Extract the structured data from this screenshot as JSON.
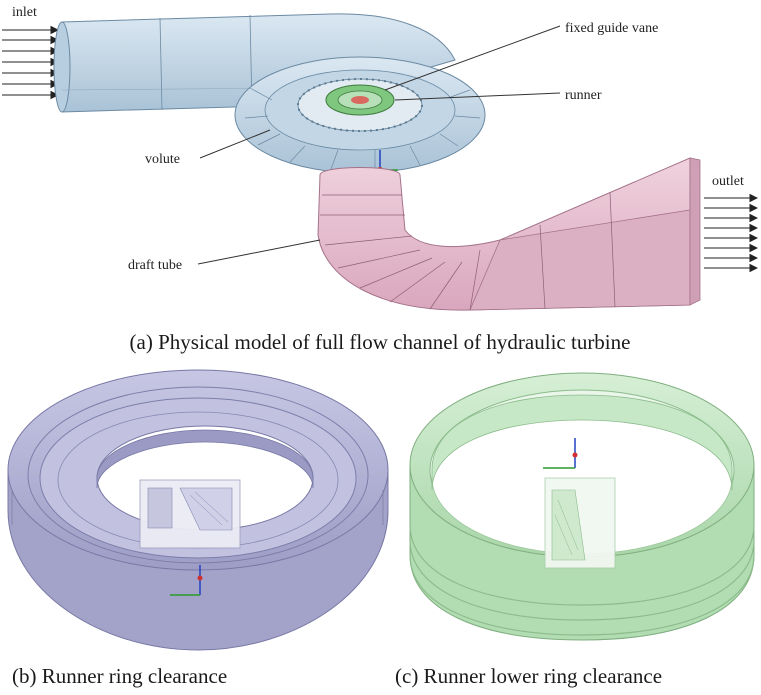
{
  "panel_a": {
    "labels": {
      "inlet": "inlet",
      "outlet": "outlet",
      "fixed_guide_vane": "fixed guide vane",
      "runner": "runner",
      "volute": "volute",
      "draft_tube": "draft tube"
    },
    "caption": "(a) Physical model of full flow channel of hydraulic turbine"
  },
  "panel_b": {
    "caption": "(b) Runner ring clearance"
  },
  "panel_c": {
    "caption": "(c) Runner lower ring clearance"
  },
  "colors": {
    "volute_fill": "#c9dbe8",
    "draft_tube_fill": "#e8c3d4",
    "runner_green": "#7fc77f",
    "ring_b": "#b7b7d8",
    "ring_c": "#bfe3bf"
  }
}
